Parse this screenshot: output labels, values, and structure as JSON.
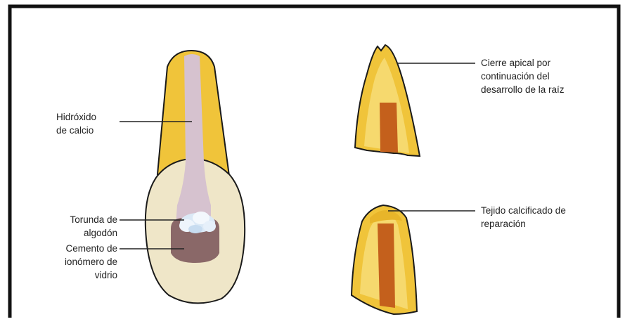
{
  "labels": {
    "calcium_hydroxide": [
      "Hidróxido",
      "de calcio"
    ],
    "cotton_pellet": [
      "Torunda de",
      "algodón"
    ],
    "glass_ionomer": [
      "Cemento de",
      "ionómero de",
      "vidrio"
    ],
    "apical_closure": [
      "Cierre apical por",
      "continuación del",
      "desarrollo de la raíz"
    ],
    "calcified_tissue": [
      "Tejido calcificado de",
      "reparación"
    ]
  },
  "colors": {
    "dentin": "#f0c43a",
    "root_light": "#f6d96e",
    "crown_enamel": "#efe6c8",
    "canal_medication": "#d6c2cf",
    "cotton": "#dbe9f6",
    "ionomer": "#8a6868",
    "pulp_tissue": "#c4601c",
    "outline": "#1a1a1a"
  }
}
